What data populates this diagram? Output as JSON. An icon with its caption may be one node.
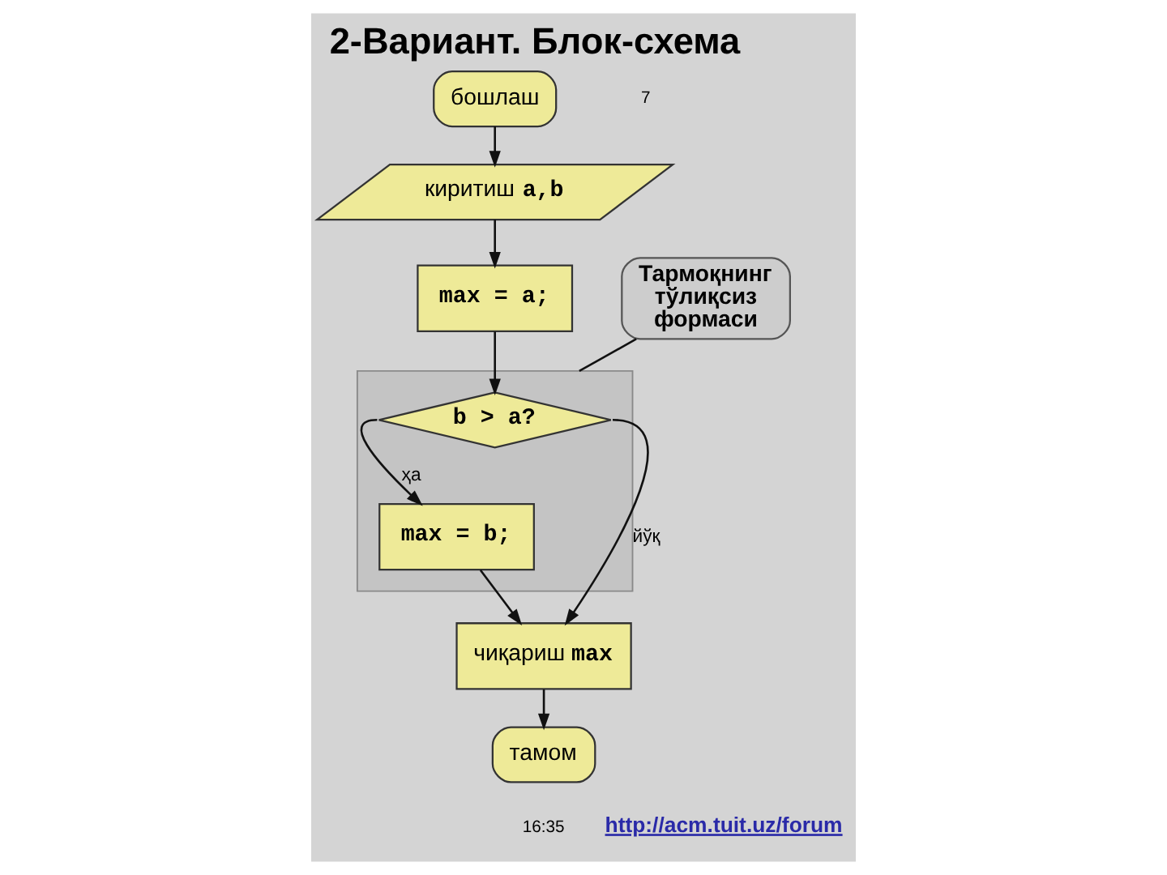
{
  "diagram": {
    "title": "2-Вариант. Блок-схема",
    "nodes": [
      {
        "text": [
          "бошлаш"
        ]
      },
      {
        "text": [
          "киритиш a,b"
        ]
      },
      {
        "text": [
          "max = a;"
        ]
      },
      {
        "text": [
          "Тармоқнинг тўлиқсиз формаси"
        ]
      },
      {
        "text": [],
        "shape": "box"
      },
      {
        "text": [
          "b > a?"
        ],
        "in": 4
      },
      {
        "text": [
          "max = b;"
        ],
        "in": 4
      },
      {
        "text": [
          "чиқариш max"
        ]
      },
      {
        "text": [
          "тамом"
        ]
      }
    ],
    "edges": [
      {
        "from": 0,
        "to": 1,
        "arrow": "to"
      },
      {
        "from": 1,
        "to": 2,
        "arrow": "to"
      },
      {
        "from": 2,
        "to": 5,
        "arrow": "to"
      },
      {
        "from": 5,
        "to": 6,
        "arrow": "to",
        "label": "ҳа"
      },
      {
        "from": 5,
        "to": 7,
        "arrow": "to",
        "label": "йўқ"
      },
      {
        "from": 6,
        "to": 7,
        "arrow": "to"
      },
      {
        "from": 7,
        "to": 8,
        "arrow": "to"
      },
      {
        "from": 3,
        "to": 4,
        "arrow": "none"
      }
    ],
    "labels": [
      "7",
      "16:35",
      "http://acm.tuit.uz/forum"
    ]
  }
}
